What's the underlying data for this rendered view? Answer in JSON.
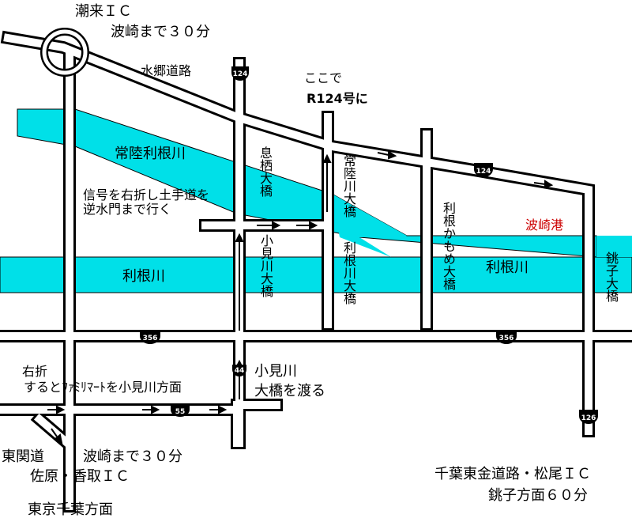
{
  "colors": {
    "river": "#00e0e8",
    "road_fill": "#ffffff",
    "road_edge": "#000000",
    "accent_red": "#cc0000"
  },
  "labels": {
    "itako_ic": "潮来ＩＣ",
    "hasaki_30_top": "波崎まで３０分",
    "suigo_road": "水郷道路",
    "koko_de": "ここで",
    "r124": "R124号に",
    "hitachi_tone_river": "常陸利根川",
    "tone_river": "利根川",
    "signal_note_1": "信号を右折し土手道を",
    "signal_note_2": "逆水門まで行く",
    "iki_bridge": "息栖大橋",
    "hitachi_bridge": "常陸川大橋",
    "tone_bridge": "利根川大橋",
    "kamome_bridge": "利根かもめ大橋",
    "omigawa_bridge": "小見川大橋",
    "choshi_bridge": "銚子大橋",
    "hasaki_port": "波崎港",
    "turn_right": "右折",
    "familymart_note": "するとﾌｧﾐﾘﾏｰﾄを小見川方面",
    "omigawa": "小見川",
    "cross_bridge": "大橋を渡る",
    "higashi_kanto": "東関道",
    "hasaki_30_bottom": "波崎まで３０分",
    "sawara_katori": "佐原・香取ＩＣ",
    "tokyo_chiba": "東京千葉方面",
    "chiba_togane": "千葉東金道路・松尾ＩＣ",
    "choshi_60": "銚子方面６０分"
  },
  "shields": {
    "r124_top": "124",
    "r124_right": "124",
    "r356_left": "356",
    "r356_right": "356",
    "r44": "44",
    "r55": "55",
    "r126": "126"
  }
}
